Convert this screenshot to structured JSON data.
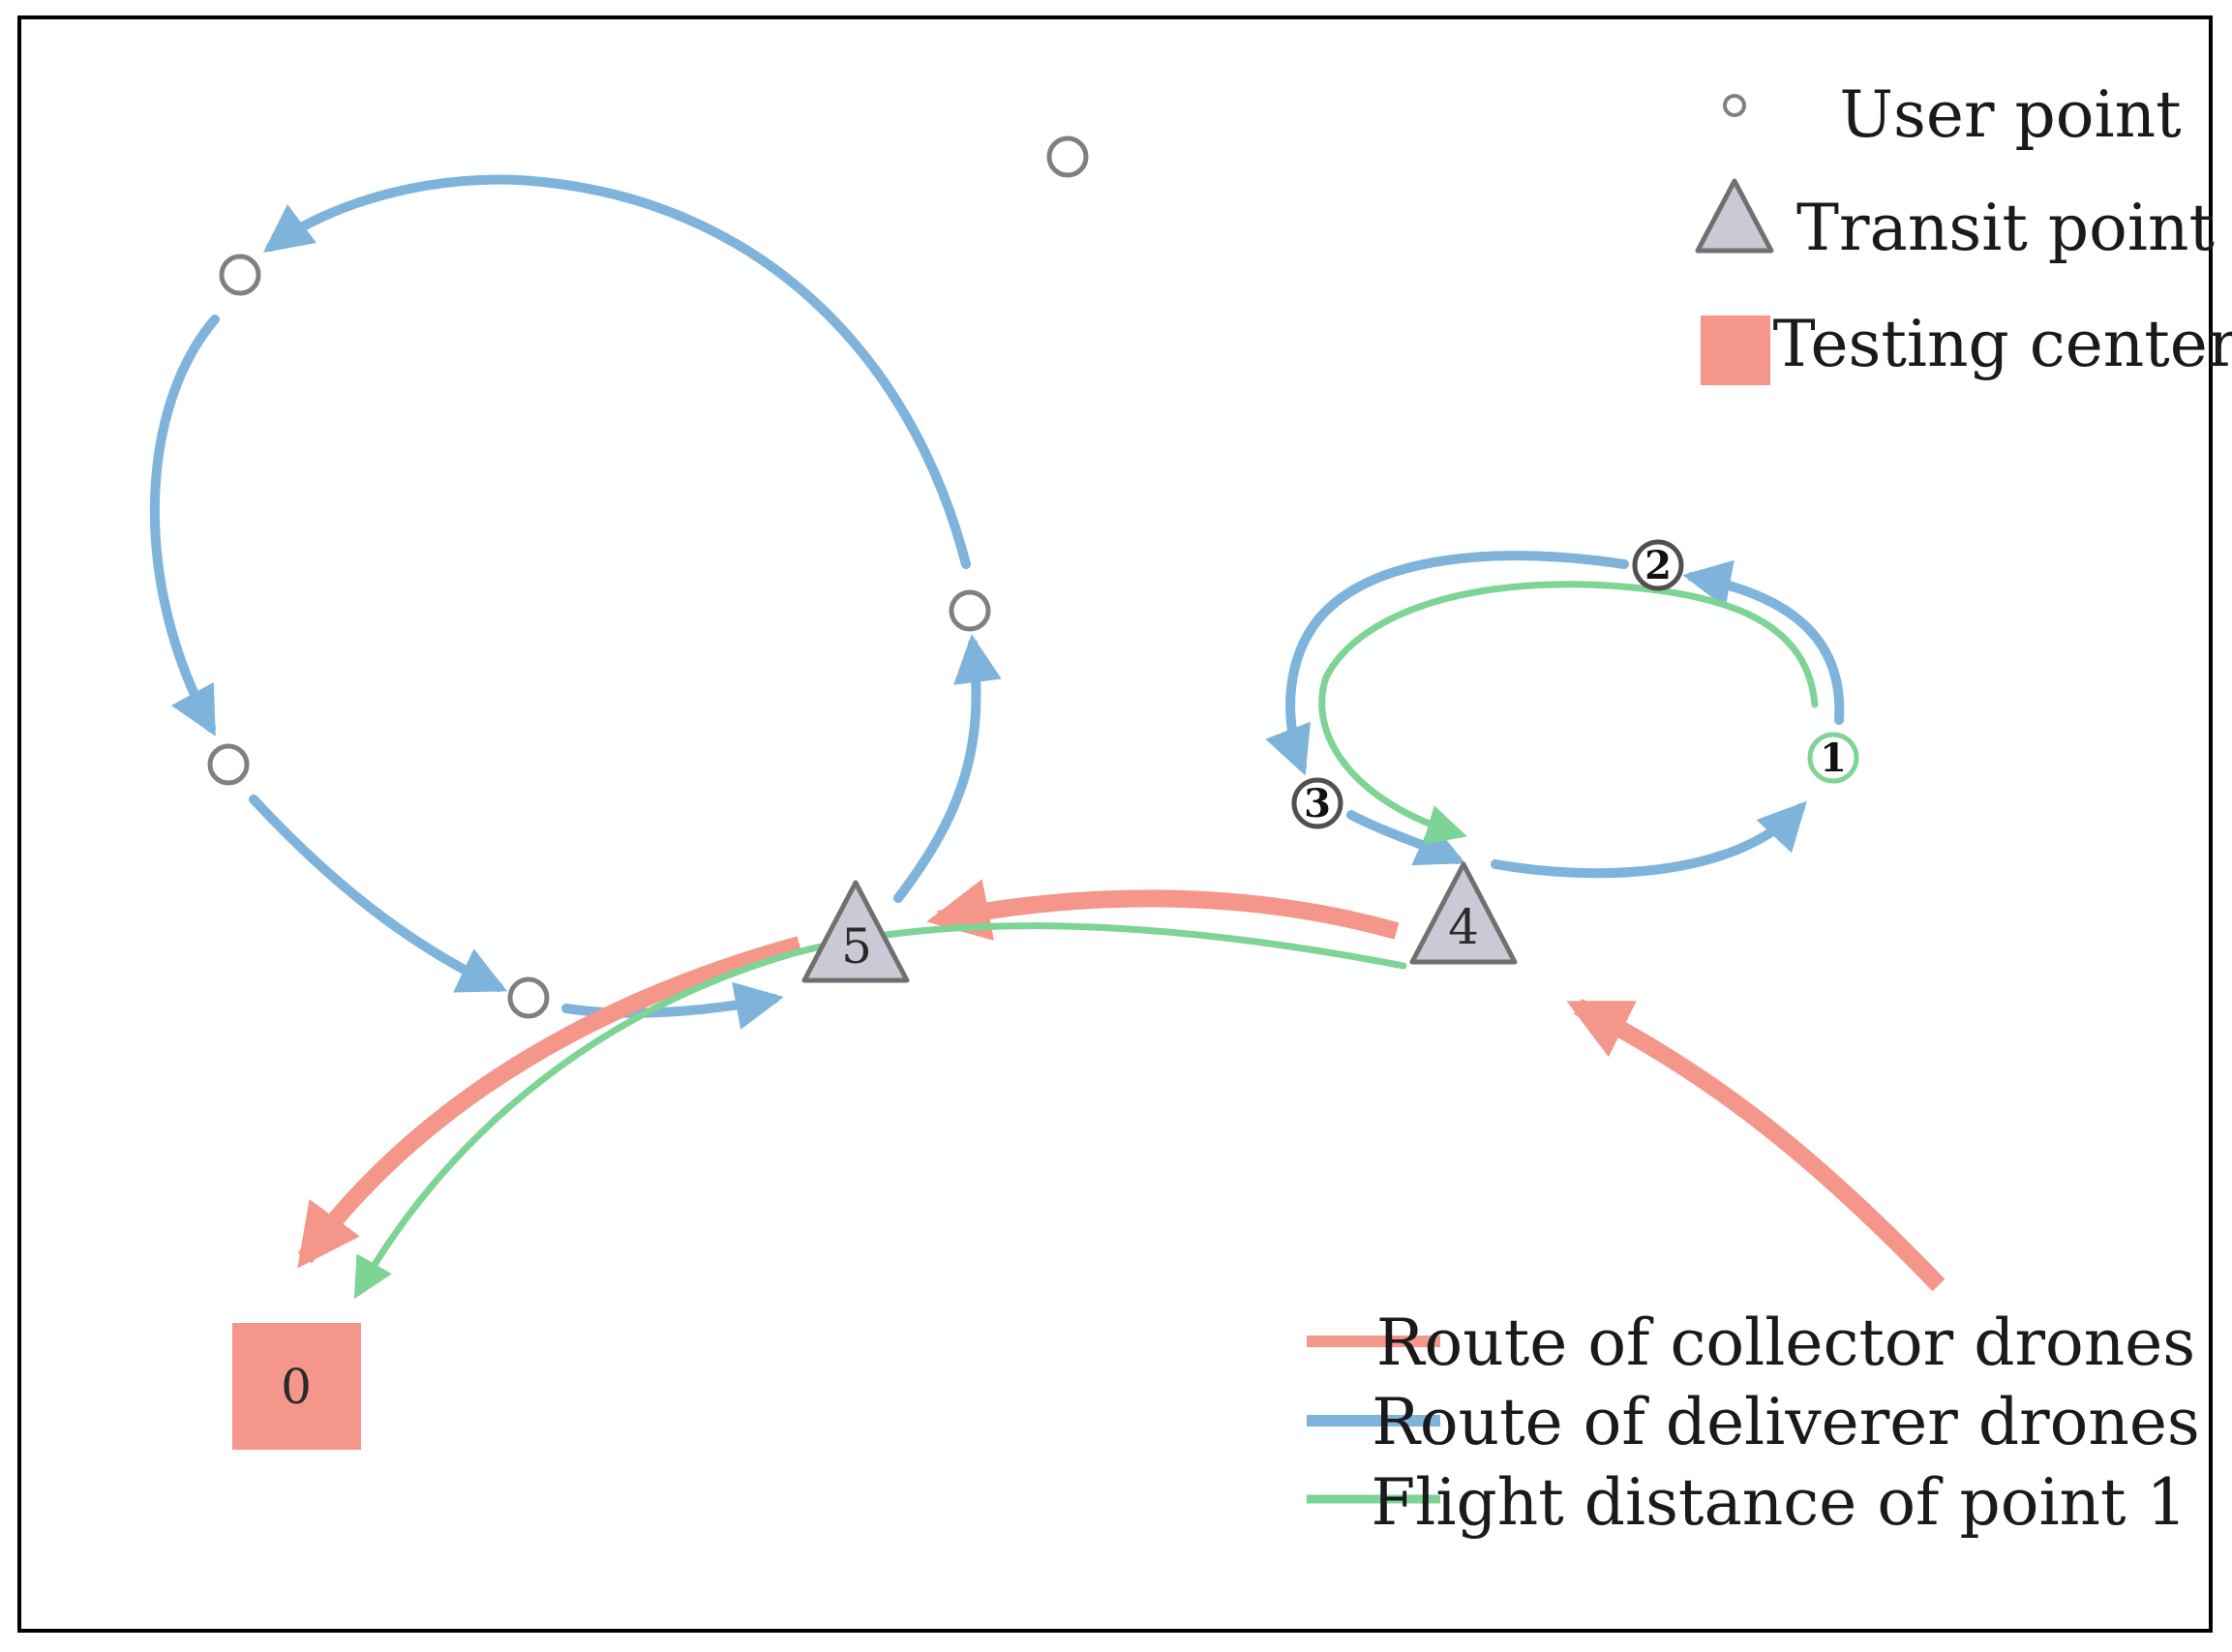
{
  "legend_markers": {
    "user_point": "User point",
    "transit_point": "Transit point",
    "testing_center": "Testing center"
  },
  "legend_routes": {
    "collector": "Route of collector drones",
    "deliverer": "Route of deliverer drones",
    "flight_distance": "Flight distance of point 1"
  },
  "nodes": {
    "testing_center_label": "0",
    "transit_4_label": "4",
    "transit_5_label": "5",
    "user_1_label": "1",
    "user_2_label": "2",
    "user_3_label": "3"
  },
  "colors": {
    "collector": "#f4968a",
    "deliverer": "#7eb3dc",
    "flight": "#7dd495",
    "transit_fill": "#c9cad6",
    "transit_stroke": "#707070",
    "user_stroke": "#808080",
    "frame": "#000000"
  }
}
